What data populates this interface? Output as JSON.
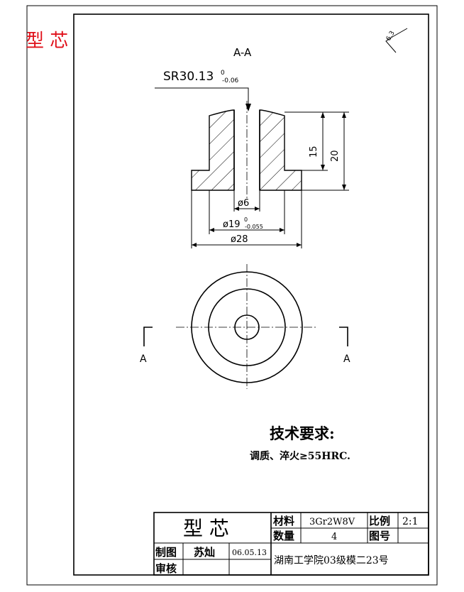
{
  "corner_title": "型 芯",
  "section_label": "A-A",
  "sr_dim": {
    "main": "SR30.13",
    "upper": "0",
    "lower": "-0.06"
  },
  "roughness": "6.3",
  "dims": {
    "h15": "15",
    "h20": "20",
    "d6": "ø6",
    "d19": {
      "main": "ø19",
      "upper": "0",
      "lower": "-0.055"
    },
    "d28": "ø28"
  },
  "cut_marks": {
    "left": "A",
    "right": "A"
  },
  "tech": {
    "heading": "技术要求:",
    "line": "调质、淬火≥55HRC."
  },
  "title_block": {
    "part_name": "型 芯",
    "material_label": "材料",
    "material_value": "3Gr2W8V",
    "scale_label": "比例",
    "scale_value": "2:1",
    "qty_label": "数量",
    "qty_value": "4",
    "drawing_no_label": "图号",
    "drawing_no_value": "",
    "drawn_label": "制图",
    "drawn_by": "苏灿",
    "date": "06.05.13",
    "check_label": "审核",
    "school": "湖南工学院03级模二23号"
  }
}
